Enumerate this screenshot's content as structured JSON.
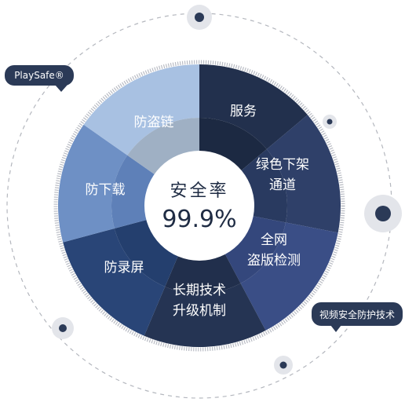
{
  "center": {
    "title": "安全率",
    "value": "99.9%"
  },
  "segments": [
    {
      "label_lines": [
        "服务"
      ],
      "outer_color": "#22304d",
      "inner_color": "#1c2942"
    },
    {
      "label_lines": [
        "绿色下架",
        "通道"
      ],
      "outer_color": "#2f4069",
      "inner_color": "#293a60"
    },
    {
      "label_lines": [
        "全网",
        "盗版检测"
      ],
      "outer_color": "#3a4e86",
      "inner_color": "#34477c"
    },
    {
      "label_lines": [
        "长期技术",
        "升级机制"
      ],
      "outer_color": "#253453",
      "inner_color": "#212f4c"
    },
    {
      "label_lines": [
        "防录屏"
      ],
      "outer_color": "#294577",
      "inner_color": "#243f6e"
    },
    {
      "label_lines": [
        "防下载"
      ],
      "outer_color": "#6e90c5",
      "inner_color": "#5e80b8"
    },
    {
      "label_lines": [
        "防盗链"
      ],
      "outer_color": "#a8c1e2",
      "inner_color": "#9fb0c4"
    }
  ],
  "bubbles": {
    "left": "PlaySafe®",
    "right": "视频安全防护技术"
  },
  "colors": {
    "accent_dark": "#22304d",
    "dot_dark": "#2b3a57",
    "dot_halo": "#e3e5ea",
    "dashed_ring": "#b0b4bd"
  }
}
